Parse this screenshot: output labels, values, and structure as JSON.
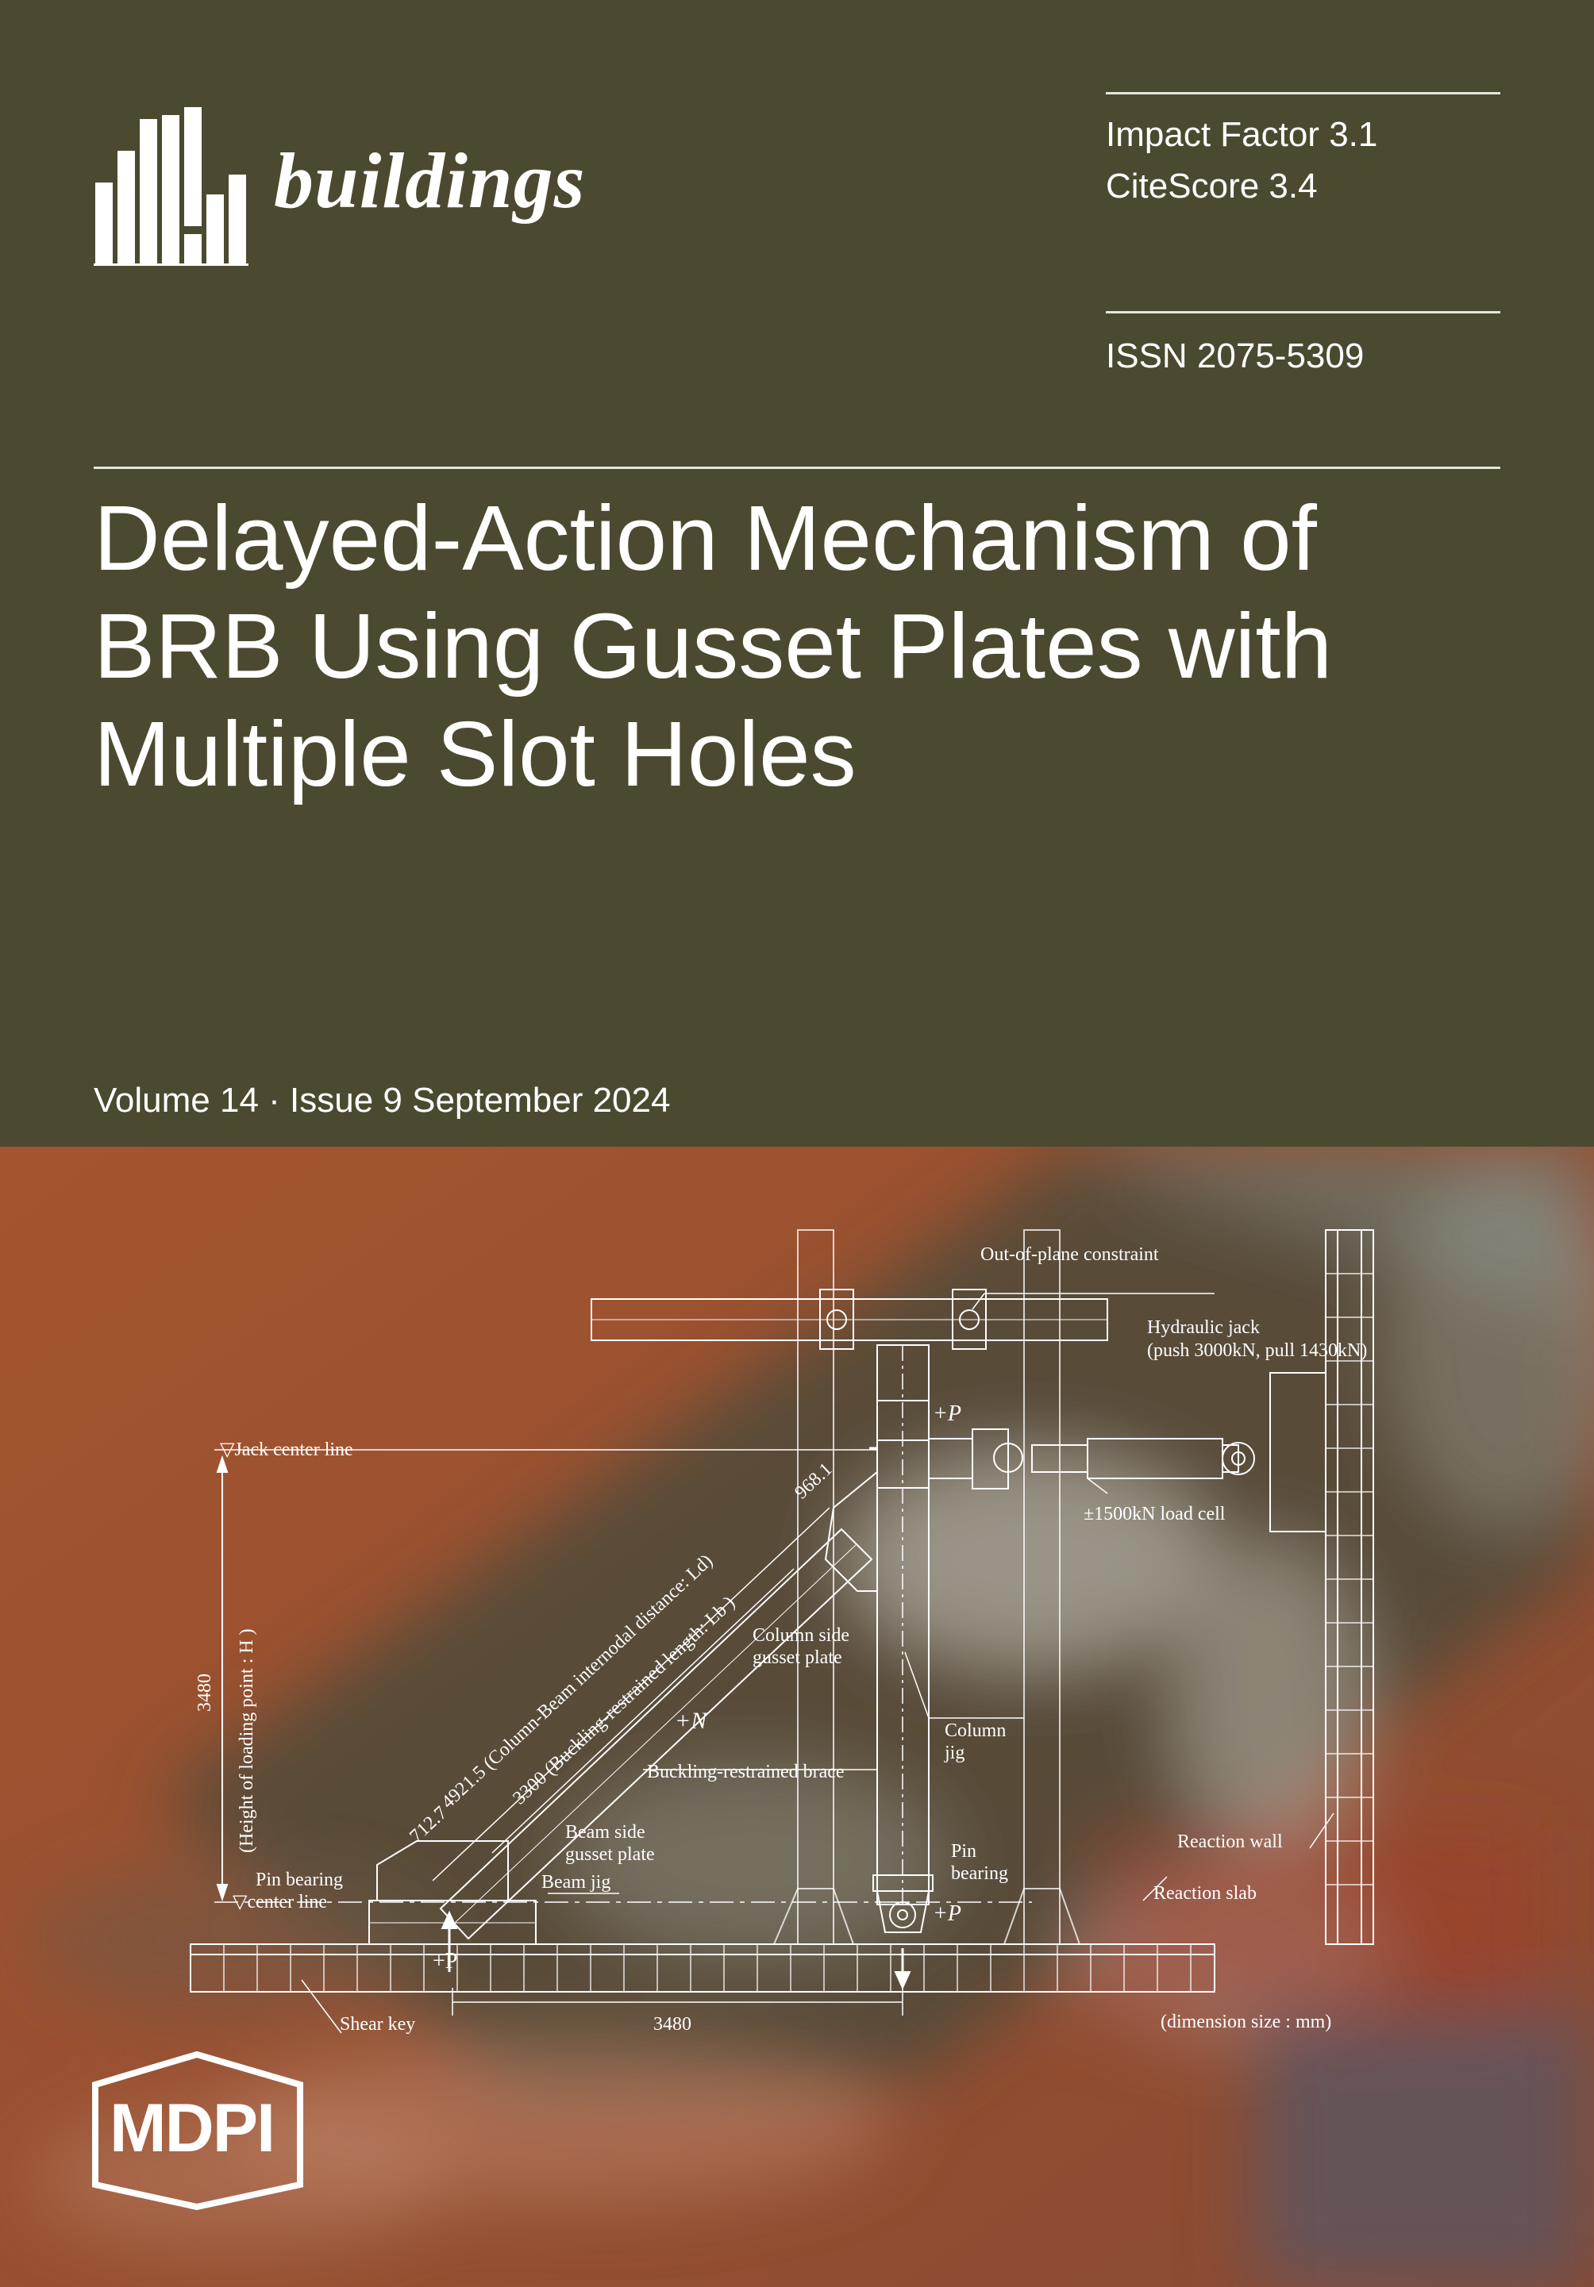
{
  "journal": {
    "name": "buildings"
  },
  "metrics": {
    "impact_factor": "Impact Factor 3.1",
    "citescore": "CiteScore 3.4",
    "issn": "ISSN 2075-5309"
  },
  "article": {
    "title_lines": [
      "Delayed-Action Mechanism of",
      "BRB Using Gusset Plates with",
      "Multiple Slot Holes"
    ]
  },
  "issue": {
    "volume_line": "Volume 14 · Issue 9 September 2024"
  },
  "diagram": {
    "labels": {
      "out_of_plane": "Out-of-plane constraint",
      "hydraulic_jack_1": "Hydraulic jack",
      "hydraulic_jack_2": "(push 3000kN, pull 1430kN)",
      "jack_center": "▽Jack center line",
      "plus_p_top": "+P",
      "load_cell": "±1500kN load cell",
      "height_value": "3480",
      "height_label": "(Height of loading point : H )",
      "dim_9681": "968.1",
      "dim_49215": "4921.5 (Column-Beam internodal distance: Ld)",
      "dim_3300": "3300 (Buckling-restrained length: Lb )",
      "column_gusset_1": "Column side",
      "column_gusset_2": "gusset plate",
      "plus_n": "+N",
      "column_jig_1": "Column",
      "column_jig_2": "jig",
      "brace": "Buckling-restrained brace",
      "dim_7127": "712.7",
      "beam_gusset_1": "Beam side",
      "beam_gusset_2": "gusset plate",
      "pin_bearing_left_1": "Pin bearing",
      "pin_bearing_left_2": "▽center line",
      "beam_jig": "Beam jig",
      "pin_bearing_right_1": "Pin",
      "pin_bearing_right_2": "bearing",
      "plus_p_bottom_right": "+P",
      "plus_p_bottom_left": "+P",
      "reaction_wall": "Reaction wall",
      "reaction_slab": "Reaction slab",
      "shear_key": "Shear key",
      "width_value": "3480",
      "dimension_note": "(dimension size : mm)"
    }
  },
  "publisher": {
    "name": "MDPI"
  }
}
